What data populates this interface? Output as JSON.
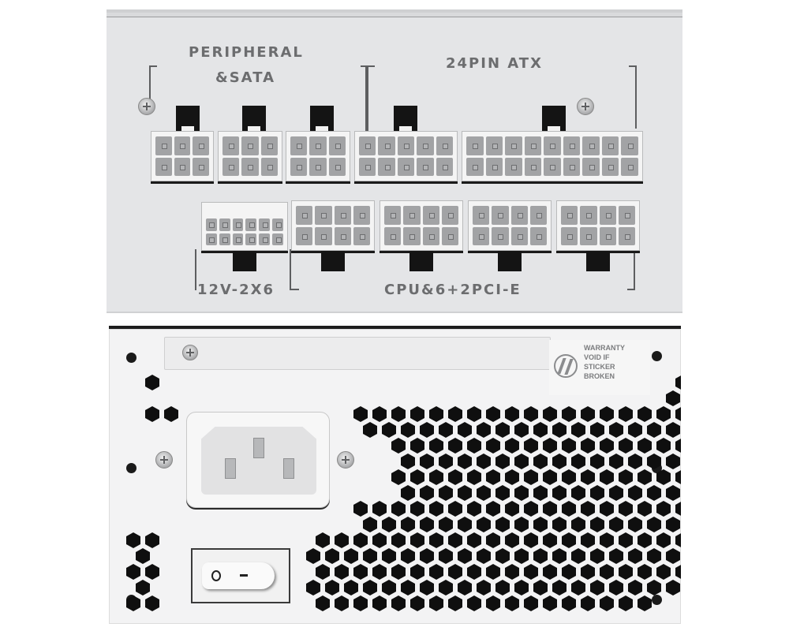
{
  "image": {
    "subject": "White modular ATX power supply — modular connector panel and rear AC panel",
    "background_color": "#ffffff",
    "panel_color": "#e4e5e7",
    "rear_panel_color": "#f3f3f4"
  },
  "modular_panel": {
    "labels": {
      "peripheral_line1": "PERIPHERAL",
      "peripheral_line2": "&SATA",
      "atx": "24PIN ATX",
      "hpwr": "12V-2X6",
      "cpu_pcie": "CPU&6+2PCI-E"
    },
    "top_row_connectors": [
      {
        "name": "peripheral-sata-1",
        "cols": 3,
        "rows": 2
      },
      {
        "name": "peripheral-sata-2",
        "cols": 3,
        "rows": 2
      },
      {
        "name": "peripheral-sata-3",
        "cols": 3,
        "rows": 2
      },
      {
        "name": "atx-10pin",
        "cols": 5,
        "rows": 2
      },
      {
        "name": "atx-18pin",
        "cols": 9,
        "rows": 2
      }
    ],
    "bottom_row_connectors": [
      {
        "name": "12v-2x6",
        "cols": 6,
        "rows": 2
      },
      {
        "name": "cpu-pcie-1",
        "cols": 4,
        "rows": 2
      },
      {
        "name": "cpu-pcie-2",
        "cols": 4,
        "rows": 2
      },
      {
        "name": "cpu-pcie-3",
        "cols": 4,
        "rows": 2
      },
      {
        "name": "cpu-pcie-4",
        "cols": 4,
        "rows": 2
      }
    ]
  },
  "rear_panel": {
    "sticker": {
      "line1": "WARRANTY",
      "line2": "VOID IF",
      "line3": "STICKER",
      "line4": "BROKEN"
    },
    "switch": {
      "off_symbol": "O",
      "on_symbol": "–"
    },
    "icons": [
      "screw-icon",
      "ac-inlet-icon",
      "power-switch-icon",
      "brand-logo-icon"
    ]
  }
}
